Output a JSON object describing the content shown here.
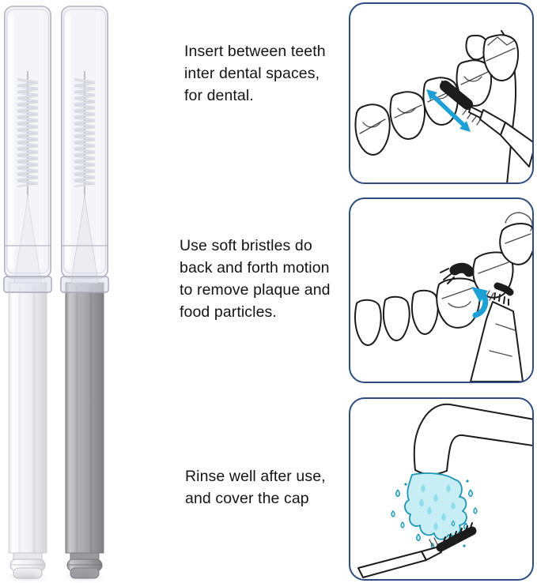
{
  "product": {
    "brushes": [
      {
        "name": "white interdental brush",
        "handle_color_name": "white",
        "handle_hex": "#f2f2f4",
        "cap": "transparent protective cap with spiral bristle head inside"
      },
      {
        "name": "gray interdental brush",
        "handle_color_name": "gray",
        "handle_hex": "#a6a6aa",
        "cap": "transparent protective cap with spiral bristle head inside"
      }
    ]
  },
  "steps": [
    {
      "text": "Insert between teeth\ninter dental spaces,\nfor dental.",
      "illustration": "brush-inserted-between-teeth-with-double-arrow"
    },
    {
      "text": "Use soft bristles do\nback and forth motion\nto remove plaque and\nfood particles.",
      "illustration": "brush-back-and-forth-motion-over-molar-with-curved-arrow"
    },
    {
      "text": "Rinse well after use,\nand cover the cap",
      "illustration": "brush-rinsed-under-running-faucet-water"
    }
  ],
  "colors": {
    "background": "#ffffff",
    "text": "#141414",
    "panel_border": "#2c4d7e",
    "arrow_blue": "#1e9fd6",
    "line_art": "#1c1c1c",
    "water_fill": "#c6eef4",
    "water_outline": "#1d95b4",
    "water_inner": "#8fdcea"
  }
}
